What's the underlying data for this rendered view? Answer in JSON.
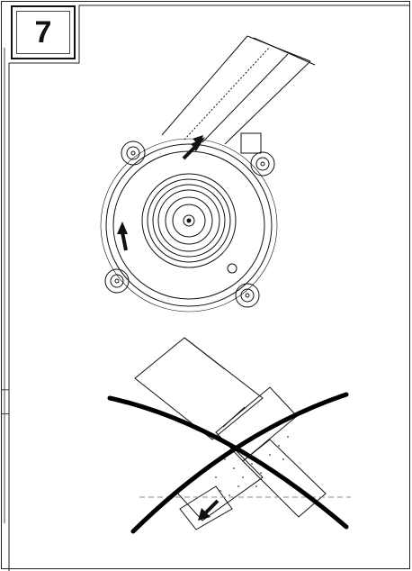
{
  "step": {
    "number": "7"
  },
  "figure": {
    "top_view": "pump-correct-orientation",
    "bottom_view": "pump-incorrect-orientation"
  },
  "colors": {
    "line": "#111111",
    "cross": "#000000",
    "dash": "#888888"
  }
}
